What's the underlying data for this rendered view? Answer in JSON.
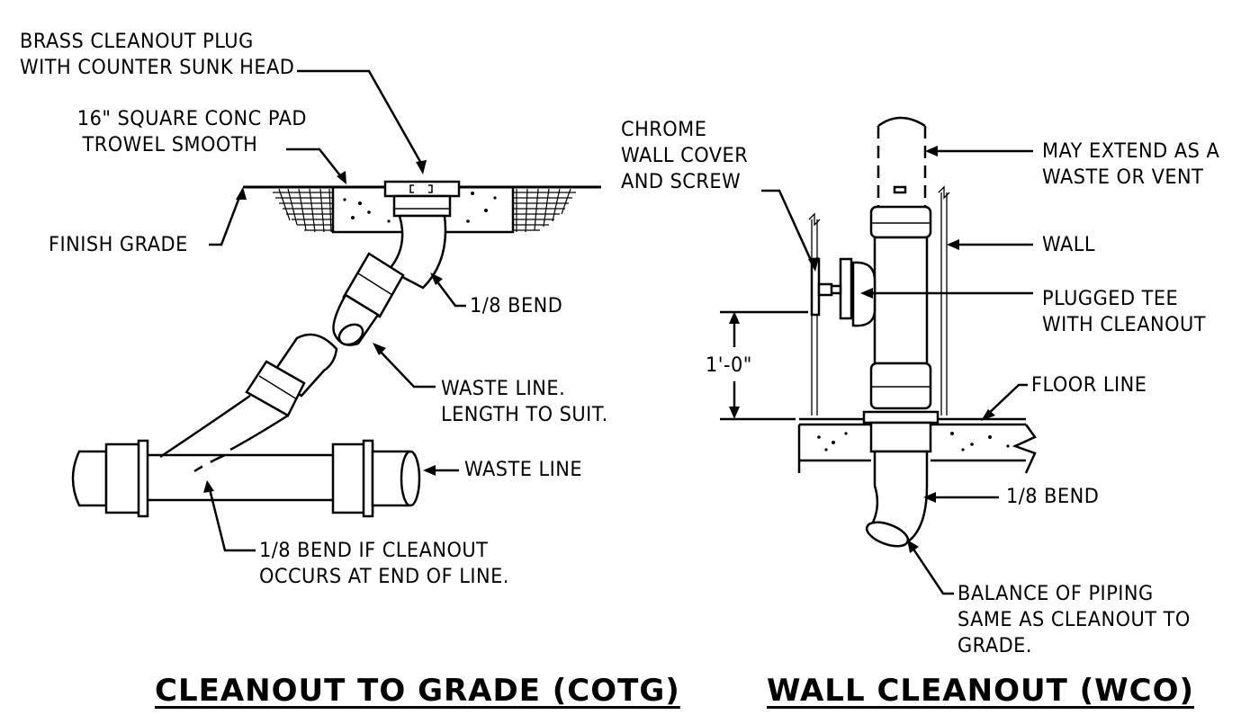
{
  "diagram": {
    "left": {
      "title": "CLEANOUT TO GRADE (COTG)",
      "labels": {
        "brass_plug": [
          "BRASS CLEANOUT PLUG",
          "WITH COUNTER SUNK HEAD"
        ],
        "conc_pad": [
          "16\" SQUARE CONC PAD",
          "TROWEL SMOOTH"
        ],
        "finish_grade": [
          "FINISH GRADE"
        ],
        "bend": [
          "1/8 BEND"
        ],
        "waste_line_suit": [
          "WASTE LINE.",
          "LENGTH TO SUIT."
        ],
        "waste_line": [
          "WASTE LINE"
        ],
        "bend_end": [
          "1/8 BEND IF CLEANOUT",
          "OCCURS AT END OF LINE."
        ]
      }
    },
    "right": {
      "title": "WALL CLEANOUT (WCO)",
      "labels": {
        "chrome_cover": [
          "CHROME",
          "WALL COVER",
          "AND SCREW"
        ],
        "extend": [
          "MAY EXTEND AS A",
          "WASTE OR VENT"
        ],
        "wall": [
          "WALL"
        ],
        "plugged_tee": [
          "PLUGGED TEE",
          "WITH CLEANOUT"
        ],
        "dimension": [
          "1'-0\""
        ],
        "floor_line": [
          "FLOOR LINE"
        ],
        "bend": [
          "1/8 BEND"
        ],
        "balance": [
          "BALANCE OF PIPING",
          "SAME AS CLEANOUT TO",
          "GRADE."
        ]
      }
    }
  }
}
